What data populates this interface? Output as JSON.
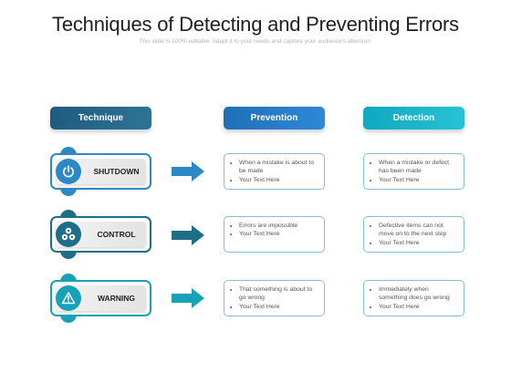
{
  "title": "Techniques of Detecting and Preventing Errors",
  "subtitle": "This slide is 100% editable. Adapt it to your needs and capture your audience's attention.",
  "headers": {
    "technique": "Technique",
    "prevention": "Prevention",
    "detection": "Detection"
  },
  "colors": {
    "technique_header": "#25678b",
    "prevention_header": "#2680c9",
    "detection_header": "#1bb6cb",
    "row1": "#2d88c8",
    "row2": "#1f6e87",
    "row3": "#17a2b8",
    "box_border": "#7fc3d3"
  },
  "rows": [
    {
      "technique": "SHUTDOWN",
      "icon": "power-icon",
      "prevention": [
        "When a mistake is about to be made",
        "Your Text Here"
      ],
      "detection": [
        "When a mistake or defect has been made",
        "Your Text Here"
      ]
    },
    {
      "technique": "CONTROL",
      "icon": "gears-icon",
      "prevention": [
        "Errors are impossible",
        "Your Text Here"
      ],
      "detection": [
        "Defective items can not move on to the next step",
        "Your Text Here"
      ]
    },
    {
      "technique": "WARNING",
      "icon": "warning-icon",
      "prevention": [
        "That something is about to go wrong",
        "Your Text Here"
      ],
      "detection": [
        "Immediately when something does go wrong",
        "Your Text Here"
      ]
    }
  ]
}
